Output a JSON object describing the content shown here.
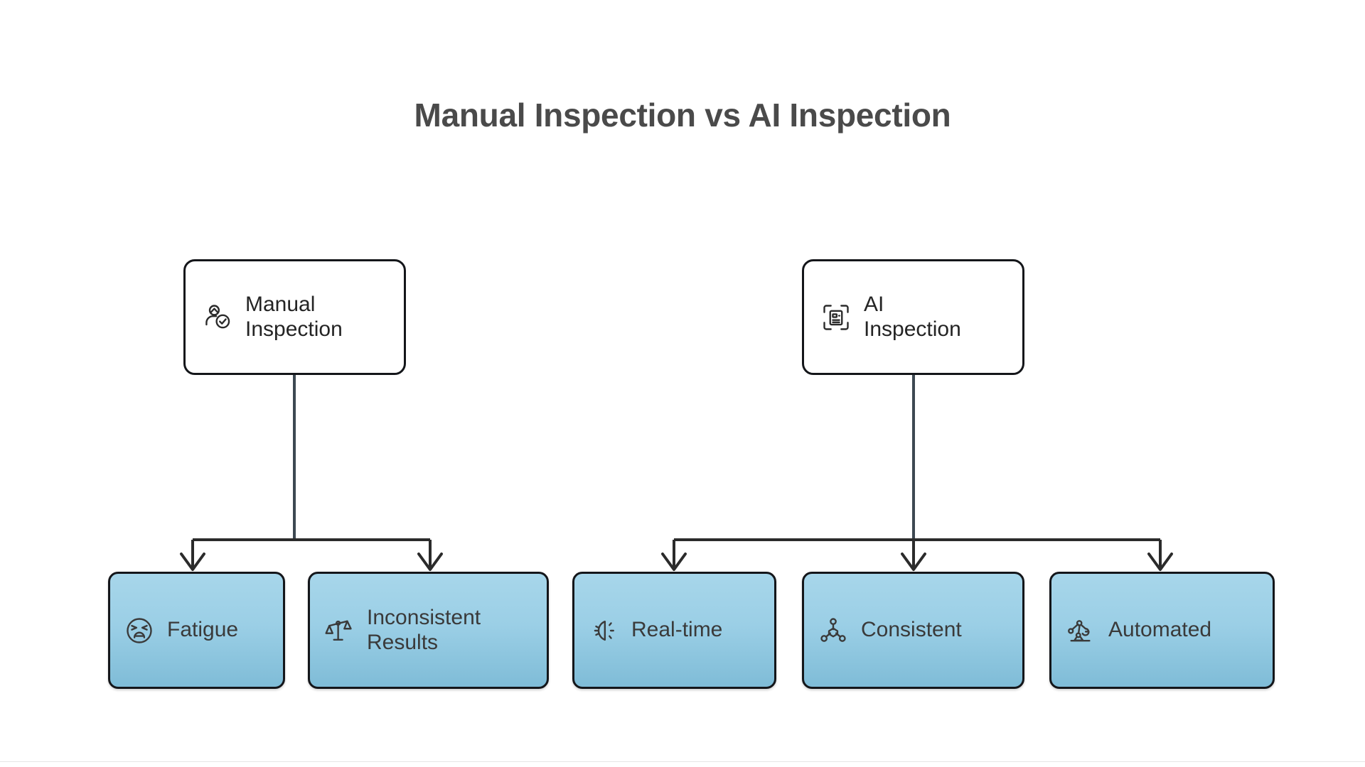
{
  "page": {
    "title": "Manual Inspection vs AI Inspection",
    "background_color": "#ffffff",
    "title_color": "#4a4a4a",
    "rule_color": "#e6e6e6"
  },
  "theme": {
    "node_border_color": "#14161a",
    "root_fill": "#ffffff",
    "leaf_gradient_top": "#a7d6ea",
    "leaf_gradient_bottom": "#7fbcd7",
    "stem_line_color": "#3d4852",
    "branch_line_color": "#2b2b2b",
    "icon_color": "#2b2b2b"
  },
  "branches": [
    {
      "id": "manual",
      "root": {
        "label": "Manual\nInspection",
        "icon": "person-check-icon"
      },
      "children": [
        {
          "label": "Fatigue",
          "icon": "tired-face-icon"
        },
        {
          "label": "Inconsistent\nResults",
          "icon": "balance-scale-icon"
        }
      ]
    },
    {
      "id": "ai",
      "root": {
        "label": "AI\nInspection",
        "icon": "document-scan-icon"
      },
      "children": [
        {
          "label": "Real-time",
          "icon": "speed-gauge-icon"
        },
        {
          "label": "Consistent",
          "icon": "network-nodes-icon"
        },
        {
          "label": "Automated",
          "icon": "robot-arm-icon"
        }
      ]
    }
  ]
}
